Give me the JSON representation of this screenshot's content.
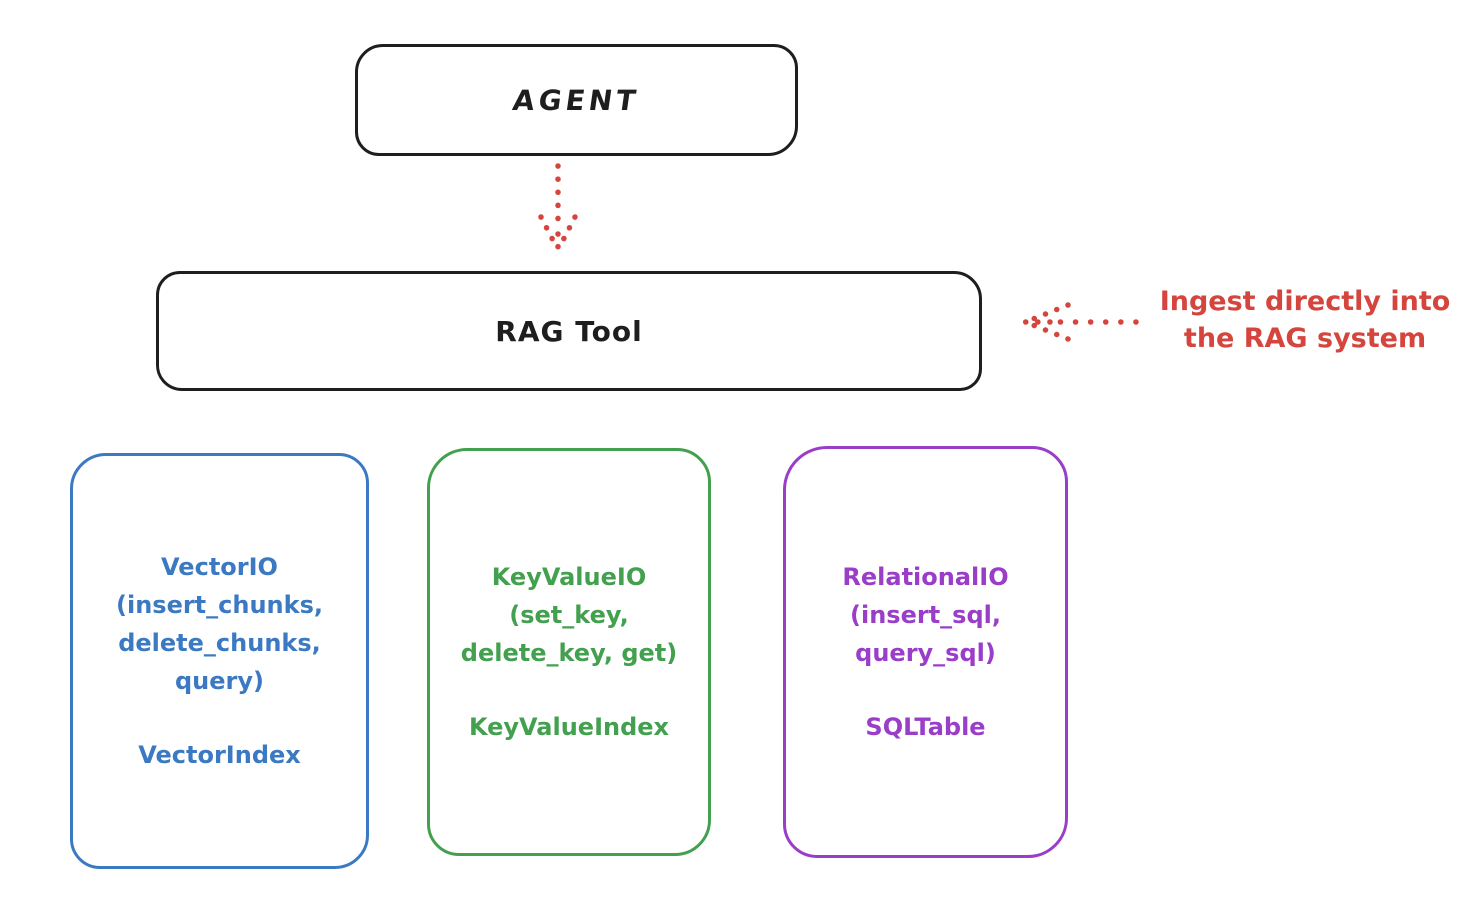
{
  "boxes": {
    "agent": {
      "label": "AGENT"
    },
    "rag_tool": {
      "label": "RAG Tool"
    }
  },
  "annotation": {
    "line1": "Ingest directly into",
    "line2": "the RAG system"
  },
  "arrows": [
    {
      "name": "agent-to-rag-tool",
      "style": "dotted",
      "direction": "down",
      "color": "#d6453d"
    },
    {
      "name": "annotation-to-rag-tool",
      "style": "dotted",
      "direction": "left",
      "color": "#d6453d"
    }
  ],
  "io_boxes": [
    {
      "id": "vector-io",
      "lines": [
        "VectorIO",
        "(insert_chunks,",
        "delete_chunks,",
        "query)"
      ],
      "index_label": "VectorIndex",
      "accent": "#3b79c2"
    },
    {
      "id": "keyvalue-io",
      "lines": [
        "KeyValueIO",
        "(set_key,",
        "delete_key, get)"
      ],
      "index_label": "KeyValueIndex",
      "accent": "#42a04e"
    },
    {
      "id": "relational-io",
      "lines": [
        "RelationalIO",
        "(insert_sql,",
        "query_sql)"
      ],
      "index_label": "SQLTable",
      "accent": "#9a3dc8"
    }
  ],
  "colors": {
    "ink": "#1e1e1e",
    "arrow_red": "#d6453d",
    "vector_blue": "#3b79c2",
    "keyvalue_green": "#42a04e",
    "relational_purple": "#9a3dc8",
    "background": "#ffffff"
  }
}
